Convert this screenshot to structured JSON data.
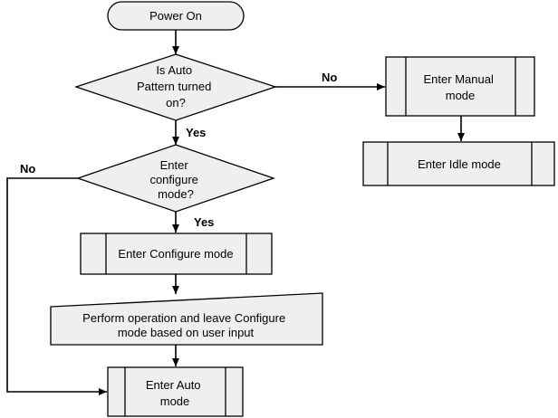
{
  "nodes": {
    "power_on": {
      "lines": [
        "Power On"
      ]
    },
    "is_auto": {
      "lines": [
        "Is Auto",
        "Pattern turned",
        "on?"
      ]
    },
    "enter_configure_q": {
      "lines": [
        "Enter",
        "configure",
        "mode?"
      ]
    },
    "enter_configure_mode": {
      "lines": [
        "Enter Configure mode"
      ]
    },
    "perform_operation": {
      "lines": [
        "Perform operation and leave Configure",
        "mode based on user input"
      ]
    },
    "enter_auto": {
      "lines": [
        "Enter Auto",
        "mode"
      ]
    },
    "enter_manual": {
      "lines": [
        "Enter Manual",
        "mode"
      ]
    },
    "enter_idle": {
      "lines": [
        "Enter Idle mode"
      ]
    }
  },
  "edge_labels": {
    "auto_no": "No",
    "auto_yes": "Yes",
    "configure_yes": "Yes",
    "configure_no": "No"
  },
  "colors": {
    "node_fill": "#efefef",
    "stroke": "#000000"
  }
}
